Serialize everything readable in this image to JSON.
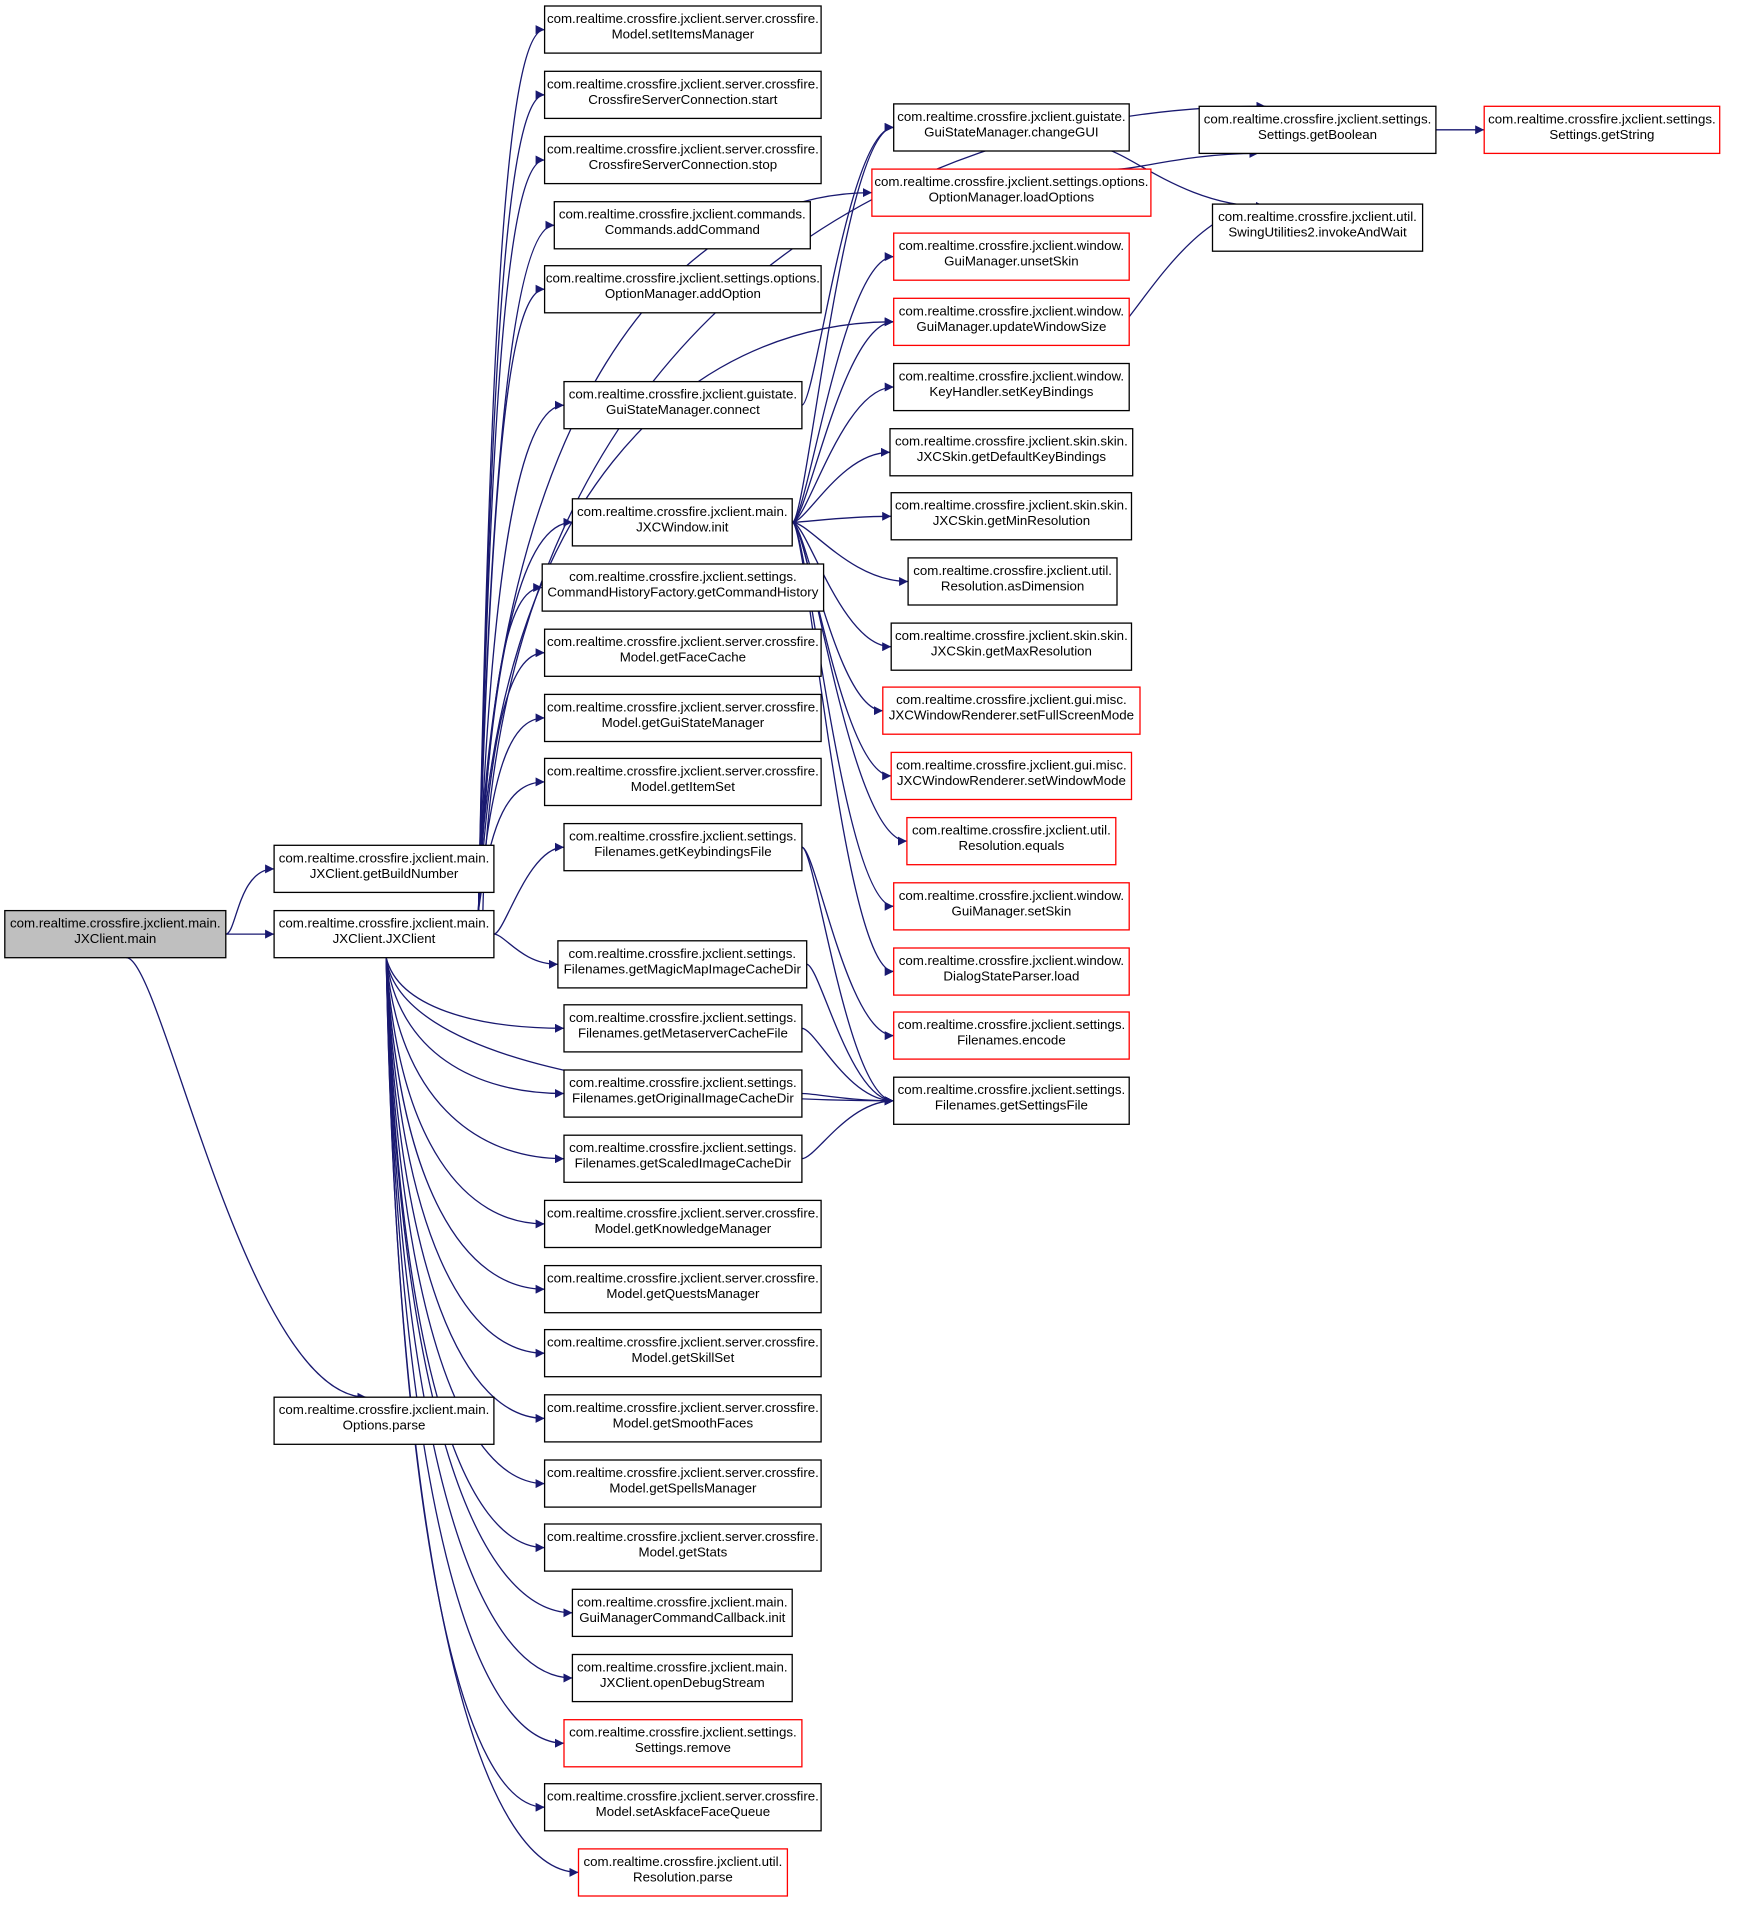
{
  "colors": {
    "edge": "#191970",
    "node_border": "#000000",
    "node_border_truncated": "#ff0000",
    "root_fill": "#bfbfbf",
    "node_fill": "#ffffff"
  },
  "nodes": {
    "n_main": {
      "lines": [
        "com.realtime.crossfire.jxclient.main.",
        "JXClient.main"
      ],
      "root": true
    },
    "n_getBuildNumber": {
      "lines": [
        "com.realtime.crossfire.jxclient.main.",
        "JXClient.getBuildNumber"
      ]
    },
    "n_JXClient": {
      "lines": [
        "com.realtime.crossfire.jxclient.main.",
        "JXClient.JXClient"
      ]
    },
    "n_OptionsParse": {
      "lines": [
        "com.realtime.crossfire.jxclient.main.",
        "Options.parse"
      ]
    },
    "n_setItemsManager": {
      "lines": [
        "com.realtime.crossfire.jxclient.server.crossfire.",
        "Model.setItemsManager"
      ]
    },
    "n_connStart": {
      "lines": [
        "com.realtime.crossfire.jxclient.server.crossfire.",
        "CrossfireServerConnection.start"
      ]
    },
    "n_connStop": {
      "lines": [
        "com.realtime.crossfire.jxclient.server.crossfire.",
        "CrossfireServerConnection.stop"
      ]
    },
    "n_addCommand": {
      "lines": [
        "com.realtime.crossfire.jxclient.commands.",
        "Commands.addCommand"
      ]
    },
    "n_addOption": {
      "lines": [
        "com.realtime.crossfire.jxclient.settings.options.",
        "OptionManager.addOption"
      ]
    },
    "n_gsmConnect": {
      "lines": [
        "com.realtime.crossfire.jxclient.guistate.",
        "GuiStateManager.connect"
      ]
    },
    "n_jxcwInit": {
      "lines": [
        "com.realtime.crossfire.jxclient.main.",
        "JXCWindow.init"
      ]
    },
    "n_getCommandHistory": {
      "lines": [
        "com.realtime.crossfire.jxclient.settings.",
        "CommandHistoryFactory.getCommandHistory"
      ]
    },
    "n_getFaceCache": {
      "lines": [
        "com.realtime.crossfire.jxclient.server.crossfire.",
        "Model.getFaceCache"
      ]
    },
    "n_getGuiStateManager": {
      "lines": [
        "com.realtime.crossfire.jxclient.server.crossfire.",
        "Model.getGuiStateManager"
      ]
    },
    "n_getItemSet": {
      "lines": [
        "com.realtime.crossfire.jxclient.server.crossfire.",
        "Model.getItemSet"
      ]
    },
    "n_getKeybindingsFile": {
      "lines": [
        "com.realtime.crossfire.jxclient.settings.",
        "Filenames.getKeybindingsFile"
      ]
    },
    "n_getMagicMap": {
      "lines": [
        "com.realtime.crossfire.jxclient.settings.",
        "Filenames.getMagicMapImageCacheDir"
      ]
    },
    "n_getMetaserver": {
      "lines": [
        "com.realtime.crossfire.jxclient.settings.",
        "Filenames.getMetaserverCacheFile"
      ]
    },
    "n_getOriginal": {
      "lines": [
        "com.realtime.crossfire.jxclient.settings.",
        "Filenames.getOriginalImageCacheDir"
      ]
    },
    "n_getScaled": {
      "lines": [
        "com.realtime.crossfire.jxclient.settings.",
        "Filenames.getScaledImageCacheDir"
      ]
    },
    "n_getKnowledge": {
      "lines": [
        "com.realtime.crossfire.jxclient.server.crossfire.",
        "Model.getKnowledgeManager"
      ]
    },
    "n_getQuests": {
      "lines": [
        "com.realtime.crossfire.jxclient.server.crossfire.",
        "Model.getQuestsManager"
      ]
    },
    "n_getSkillSet": {
      "lines": [
        "com.realtime.crossfire.jxclient.server.crossfire.",
        "Model.getSkillSet"
      ]
    },
    "n_getSmoothFaces": {
      "lines": [
        "com.realtime.crossfire.jxclient.server.crossfire.",
        "Model.getSmoothFaces"
      ]
    },
    "n_getSpells": {
      "lines": [
        "com.realtime.crossfire.jxclient.server.crossfire.",
        "Model.getSpellsManager"
      ]
    },
    "n_getStats": {
      "lines": [
        "com.realtime.crossfire.jxclient.server.crossfire.",
        "Model.getStats"
      ]
    },
    "n_gmccInit": {
      "lines": [
        "com.realtime.crossfire.jxclient.main.",
        "GuiManagerCommandCallback.init"
      ]
    },
    "n_openDebug": {
      "lines": [
        "com.realtime.crossfire.jxclient.main.",
        "JXClient.openDebugStream"
      ]
    },
    "n_settingsRemove": {
      "lines": [
        "com.realtime.crossfire.jxclient.settings.",
        "Settings.remove"
      ],
      "truncated": true
    },
    "n_setAskface": {
      "lines": [
        "com.realtime.crossfire.jxclient.server.crossfire.",
        "Model.setAskfaceFaceQueue"
      ]
    },
    "n_resolutionParse": {
      "lines": [
        "com.realtime.crossfire.jxclient.util.",
        "Resolution.parse"
      ],
      "truncated": true
    },
    "n_changeGUI": {
      "lines": [
        "com.realtime.crossfire.jxclient.guistate.",
        "GuiStateManager.changeGUI"
      ]
    },
    "n_loadOptions": {
      "lines": [
        "com.realtime.crossfire.jxclient.settings.options.",
        "OptionManager.loadOptions"
      ],
      "truncated": true
    },
    "n_unsetSkin": {
      "lines": [
        "com.realtime.crossfire.jxclient.window.",
        "GuiManager.unsetSkin"
      ],
      "truncated": true
    },
    "n_updateWindowSize": {
      "lines": [
        "com.realtime.crossfire.jxclient.window.",
        "GuiManager.updateWindowSize"
      ],
      "truncated": true
    },
    "n_setKeyBindings": {
      "lines": [
        "com.realtime.crossfire.jxclient.window.",
        "KeyHandler.setKeyBindings"
      ]
    },
    "n_getDefaultKB": {
      "lines": [
        "com.realtime.crossfire.jxclient.skin.skin.",
        "JXCSkin.getDefaultKeyBindings"
      ]
    },
    "n_getMinRes": {
      "lines": [
        "com.realtime.crossfire.jxclient.skin.skin.",
        "JXCSkin.getMinResolution"
      ]
    },
    "n_asDimension": {
      "lines": [
        "com.realtime.crossfire.jxclient.util.",
        "Resolution.asDimension"
      ]
    },
    "n_getMaxRes": {
      "lines": [
        "com.realtime.crossfire.jxclient.skin.skin.",
        "JXCSkin.getMaxResolution"
      ]
    },
    "n_setFullScreen": {
      "lines": [
        "com.realtime.crossfire.jxclient.gui.misc.",
        "JXCWindowRenderer.setFullScreenMode"
      ],
      "truncated": true
    },
    "n_setWindowMode": {
      "lines": [
        "com.realtime.crossfire.jxclient.gui.misc.",
        "JXCWindowRenderer.setWindowMode"
      ],
      "truncated": true
    },
    "n_resEquals": {
      "lines": [
        "com.realtime.crossfire.jxclient.util.",
        "Resolution.equals"
      ],
      "truncated": true
    },
    "n_setSkin": {
      "lines": [
        "com.realtime.crossfire.jxclient.window.",
        "GuiManager.setSkin"
      ],
      "truncated": true
    },
    "n_dspLoad": {
      "lines": [
        "com.realtime.crossfire.jxclient.window.",
        "DialogStateParser.load"
      ],
      "truncated": true
    },
    "n_encode": {
      "lines": [
        "com.realtime.crossfire.jxclient.settings.",
        "Filenames.encode"
      ],
      "truncated": true
    },
    "n_getSettingsFile": {
      "lines": [
        "com.realtime.crossfire.jxclient.settings.",
        "Filenames.getSettingsFile"
      ]
    },
    "n_getBoolean": {
      "lines": [
        "com.realtime.crossfire.jxclient.settings.",
        "Settings.getBoolean"
      ]
    },
    "n_getString": {
      "lines": [
        "com.realtime.crossfire.jxclient.settings.",
        "Settings.getString"
      ],
      "truncated": true
    },
    "n_invokeAndWait": {
      "lines": [
        "com.realtime.crossfire.jxclient.util.",
        "SwingUtilities2.invokeAndWait"
      ]
    }
  },
  "edges": [
    [
      "n_main",
      "n_getBuildNumber"
    ],
    [
      "n_main",
      "n_JXClient"
    ],
    [
      "n_main",
      "n_OptionsParse"
    ],
    [
      "n_JXClient",
      "n_setItemsManager"
    ],
    [
      "n_JXClient",
      "n_connStart"
    ],
    [
      "n_JXClient",
      "n_connStop"
    ],
    [
      "n_JXClient",
      "n_addCommand"
    ],
    [
      "n_JXClient",
      "n_addOption"
    ],
    [
      "n_JXClient",
      "n_gsmConnect"
    ],
    [
      "n_JXClient",
      "n_jxcwInit"
    ],
    [
      "n_JXClient",
      "n_getCommandHistory"
    ],
    [
      "n_JXClient",
      "n_getFaceCache"
    ],
    [
      "n_JXClient",
      "n_getGuiStateManager"
    ],
    [
      "n_JXClient",
      "n_getItemSet"
    ],
    [
      "n_JXClient",
      "n_getKeybindingsFile"
    ],
    [
      "n_JXClient",
      "n_getMagicMap"
    ],
    [
      "n_JXClient",
      "n_getMetaserver"
    ],
    [
      "n_JXClient",
      "n_getOriginal"
    ],
    [
      "n_JXClient",
      "n_getScaled"
    ],
    [
      "n_JXClient",
      "n_getKnowledge"
    ],
    [
      "n_JXClient",
      "n_getQuests"
    ],
    [
      "n_JXClient",
      "n_getSkillSet"
    ],
    [
      "n_JXClient",
      "n_getSmoothFaces"
    ],
    [
      "n_JXClient",
      "n_getSpells"
    ],
    [
      "n_JXClient",
      "n_getStats"
    ],
    [
      "n_JXClient",
      "n_gmccInit"
    ],
    [
      "n_JXClient",
      "n_openDebug"
    ],
    [
      "n_JXClient",
      "n_settingsRemove"
    ],
    [
      "n_JXClient",
      "n_setAskface"
    ],
    [
      "n_JXClient",
      "n_resolutionParse"
    ],
    [
      "n_JXClient",
      "n_getBoolean"
    ],
    [
      "n_JXClient",
      "n_loadOptions"
    ],
    [
      "n_JXClient",
      "n_updateWindowSize"
    ],
    [
      "n_JXClient",
      "n_getSettingsFile"
    ],
    [
      "n_gsmConnect",
      "n_changeGUI"
    ],
    [
      "n_jxcwInit",
      "n_changeGUI"
    ],
    [
      "n_jxcwInit",
      "n_unsetSkin"
    ],
    [
      "n_jxcwInit",
      "n_updateWindowSize"
    ],
    [
      "n_jxcwInit",
      "n_setKeyBindings"
    ],
    [
      "n_jxcwInit",
      "n_getDefaultKB"
    ],
    [
      "n_jxcwInit",
      "n_getMinRes"
    ],
    [
      "n_jxcwInit",
      "n_asDimension"
    ],
    [
      "n_jxcwInit",
      "n_getMaxRes"
    ],
    [
      "n_jxcwInit",
      "n_setFullScreen"
    ],
    [
      "n_jxcwInit",
      "n_setWindowMode"
    ],
    [
      "n_jxcwInit",
      "n_resEquals"
    ],
    [
      "n_jxcwInit",
      "n_setSkin"
    ],
    [
      "n_jxcwInit",
      "n_dspLoad"
    ],
    [
      "n_getKeybindingsFile",
      "n_encode"
    ],
    [
      "n_getKeybindingsFile",
      "n_getSettingsFile"
    ],
    [
      "n_getMagicMap",
      "n_getSettingsFile"
    ],
    [
      "n_getMetaserver",
      "n_getSettingsFile"
    ],
    [
      "n_getOriginal",
      "n_getSettingsFile"
    ],
    [
      "n_getScaled",
      "n_getSettingsFile"
    ],
    [
      "n_changeGUI",
      "n_invokeAndWait"
    ],
    [
      "n_loadOptions",
      "n_getBoolean"
    ],
    [
      "n_updateWindowSize",
      "n_invokeAndWait"
    ],
    [
      "n_getBoolean",
      "n_getString"
    ]
  ]
}
